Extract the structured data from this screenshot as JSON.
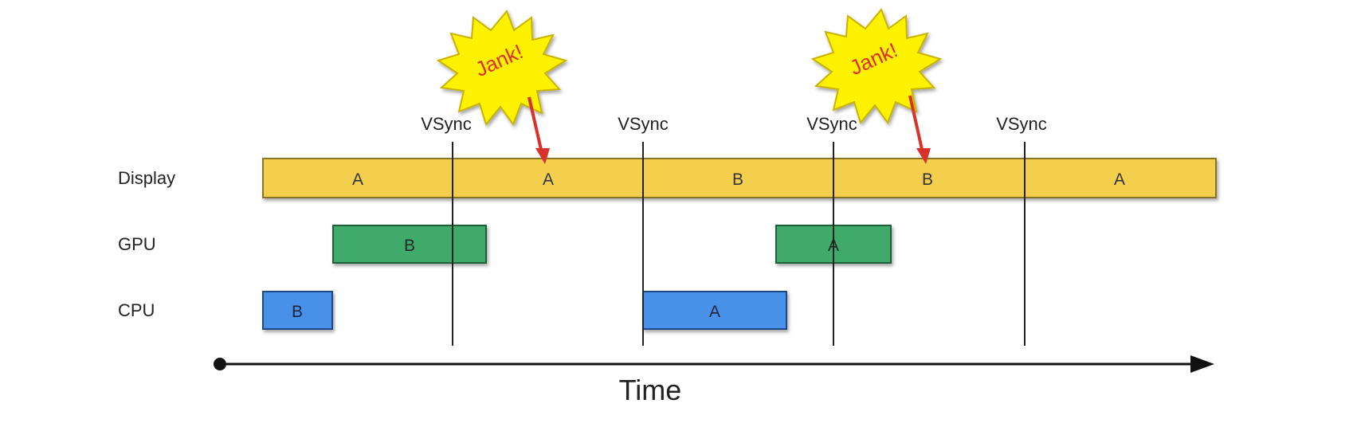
{
  "rows": {
    "display": "Display",
    "gpu": "GPU",
    "cpu": "CPU"
  },
  "vsync": [
    "VSync",
    "VSync",
    "VSync",
    "VSync"
  ],
  "display_frames": [
    "A",
    "A",
    "B",
    "B",
    "A"
  ],
  "gpu_blocks": [
    "B",
    "A"
  ],
  "cpu_blocks": [
    "B",
    "A"
  ],
  "jank": [
    "Jank!",
    "Jank!"
  ],
  "axis": {
    "label": "Time"
  },
  "colors": {
    "display": "#f4cf4e",
    "gpu": "#3faa6b",
    "cpu": "#4a90e8",
    "jank_fill": "#fff200",
    "jank_text": "#e0302a",
    "arrow": "#d8322a",
    "line": "#222222"
  }
}
